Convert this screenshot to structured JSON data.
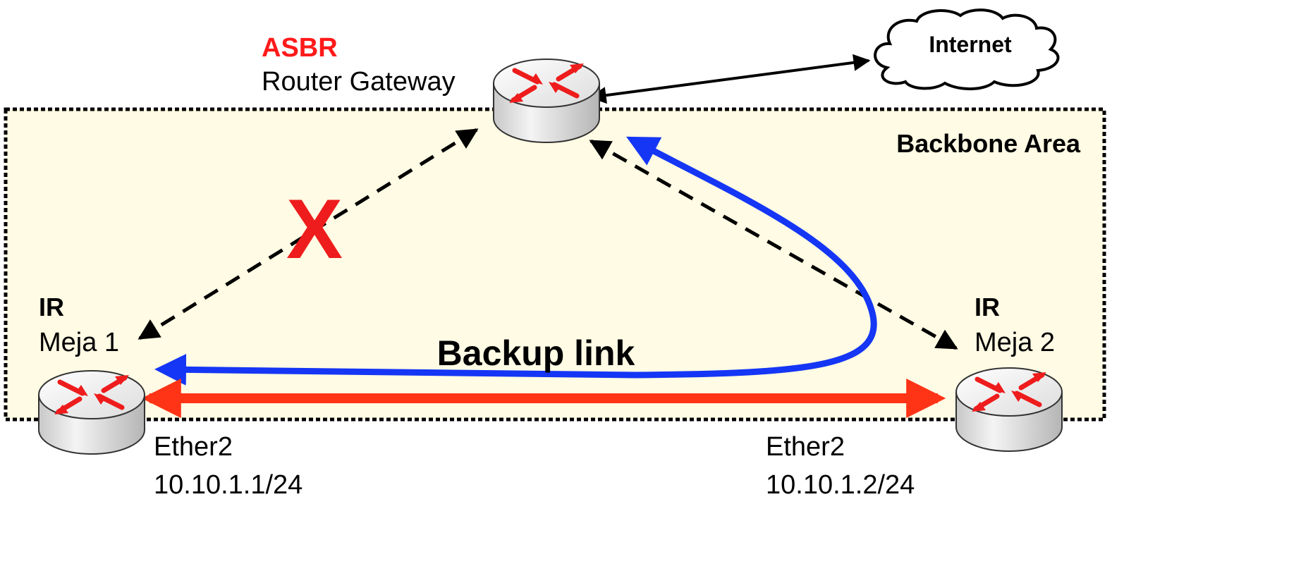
{
  "asbr": {
    "role": "ASBR",
    "name": "Router Gateway"
  },
  "internet": {
    "label": "Internet"
  },
  "area": {
    "label": "Backbone Area"
  },
  "ir_left": {
    "role": "IR",
    "name": "Meja 1",
    "interface": "Ether2",
    "ip": "10.10.1.1/24"
  },
  "ir_right": {
    "role": "IR",
    "name": "Meja 2",
    "interface": "Ether2",
    "ip": "10.10.1.2/24"
  },
  "links": {
    "backup_label": "Backup link",
    "failure_mark": "X"
  },
  "colors": {
    "area_fill": "#fffbe4",
    "router_arrow": "#ee1c1c",
    "backup_path": "#1536f5",
    "direct_link": "#ff3316",
    "asbr_role": "#ff1a1a"
  },
  "icons": [
    "router-icon",
    "cloud-icon"
  ]
}
